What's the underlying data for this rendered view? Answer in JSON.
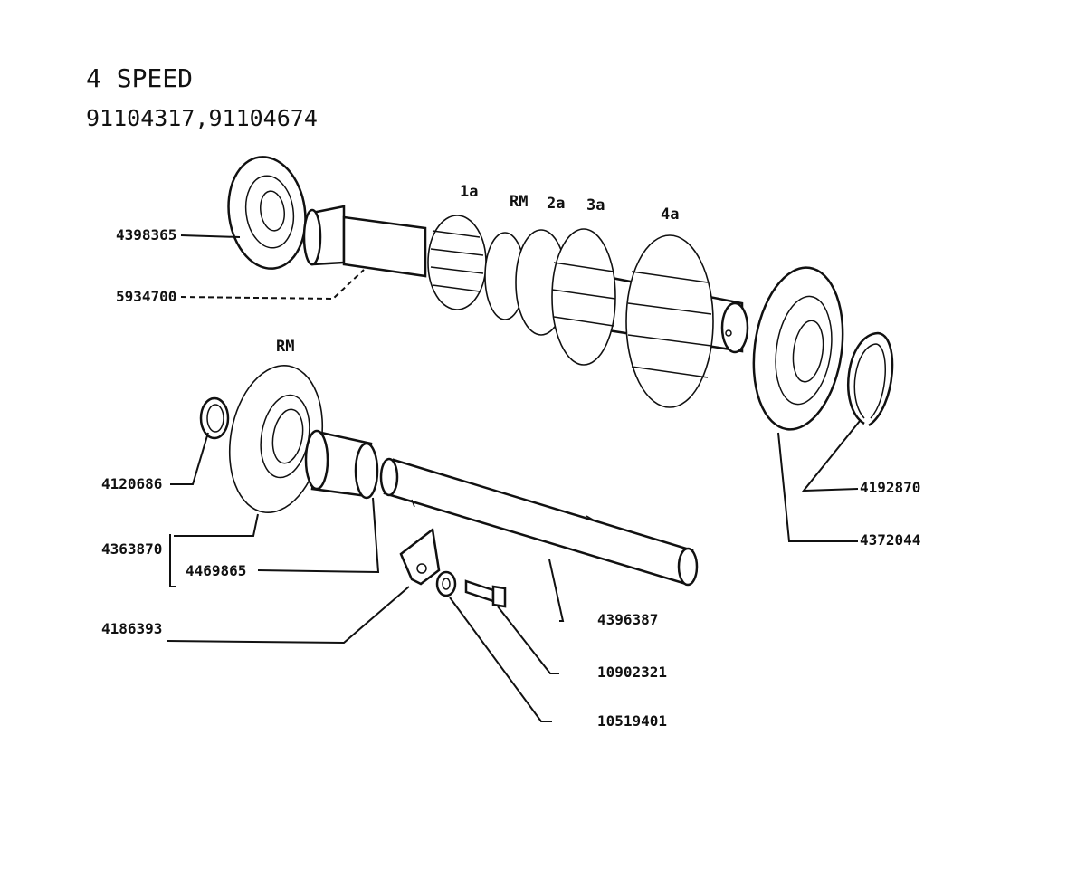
{
  "header": {
    "title": "4 SPEED",
    "part_numbers": "91104317,91104674"
  },
  "gear_labels": {
    "first": "1a",
    "reverse_top": "RM",
    "second": "2a",
    "third": "3a",
    "fourth": "4a",
    "reverse_idler": "RM"
  },
  "callouts": {
    "bearing_left": "4398365",
    "main_shaft": "5934700",
    "snap_ring_left": "4120686",
    "reverse_gear_assy": "4363870",
    "bushing": "4469865",
    "lock_plate": "4186393",
    "idler_shaft": "4396387",
    "bolt": "10902321",
    "washer": "10519401",
    "snap_ring_right": "4192870",
    "bearing_right": "4372044"
  },
  "icons": [
    "ball-bearing-icon",
    "gear-icon",
    "shaft-icon",
    "snap-ring-icon",
    "bushing-icon",
    "bolt-icon",
    "washer-icon",
    "lock-plate-icon"
  ]
}
